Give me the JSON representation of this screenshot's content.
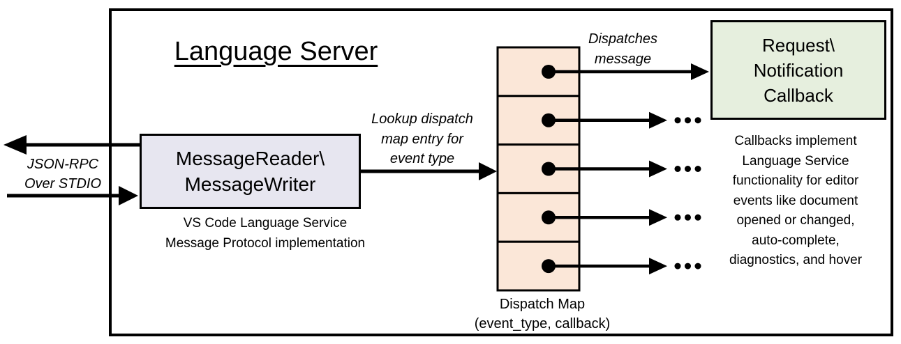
{
  "title": "Language Server",
  "io_label": {
    "line1": "JSON-RPC",
    "line2": "Over STDIO"
  },
  "message_node": {
    "line1": "MessageReader\\",
    "line2": "MessageWriter",
    "caption1": "VS Code Language Service",
    "caption2": "Message Protocol implementation"
  },
  "lookup_label": {
    "line1": "Lookup dispatch",
    "line2": "map entry for",
    "line3": "event type"
  },
  "dispatch_map": {
    "label1": "Dispatch Map",
    "label2": "(event_type, callback)",
    "rows": 5
  },
  "dispatches_label": {
    "line1": "Dispatches",
    "line2": "message"
  },
  "callback_node": {
    "line1": "Request\\",
    "line2": "Notification",
    "line3": "Callback"
  },
  "callback_note": {
    "lines": [
      "Callbacks implement",
      "Language Service",
      "functionality for editor",
      "events like document",
      "opened or changed,",
      "auto-complete,",
      "diagnostics, and hover"
    ]
  },
  "colors": {
    "message_node_fill": "#e7e6f0",
    "dispatch_map_fill": "#fbe7d8",
    "callback_node_fill": "#e6efde",
    "line": "#000000"
  }
}
